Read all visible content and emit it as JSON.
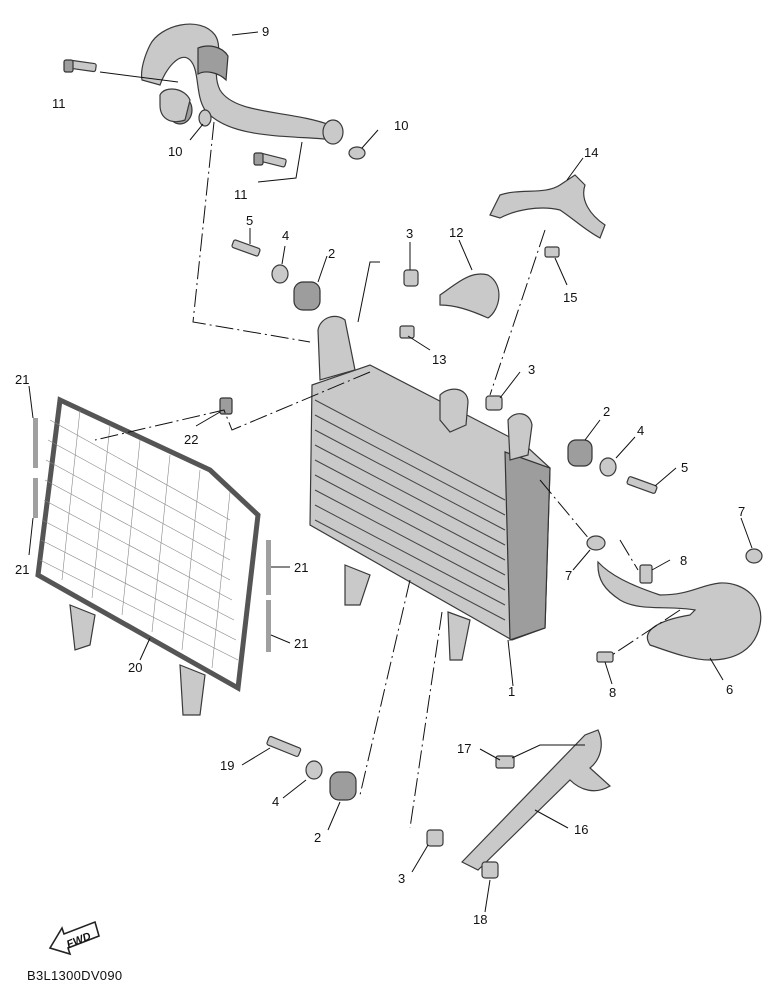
{
  "diagram_code": "B3L1300DV090",
  "fwd_label": "FWD",
  "callouts": {
    "c1": "1",
    "c2a": "2",
    "c2b": "2",
    "c2c": "2",
    "c3a": "3",
    "c3b": "3",
    "c3c": "3",
    "c4a": "4",
    "c4b": "4",
    "c4c": "4",
    "c5a": "5",
    "c5b": "5",
    "c6": "6",
    "c7a": "7",
    "c7b": "7",
    "c8a": "8",
    "c8b": "8",
    "c9": "9",
    "c10a": "10",
    "c10b": "10",
    "c11a": "11",
    "c11b": "11",
    "c12": "12",
    "c13": "13",
    "c14": "14",
    "c15": "15",
    "c16": "16",
    "c17": "17",
    "c18": "18",
    "c19": "19",
    "c20": "20",
    "c21a": "21",
    "c21b": "21",
    "c21c": "21",
    "c21d": "21",
    "c22": "22"
  }
}
